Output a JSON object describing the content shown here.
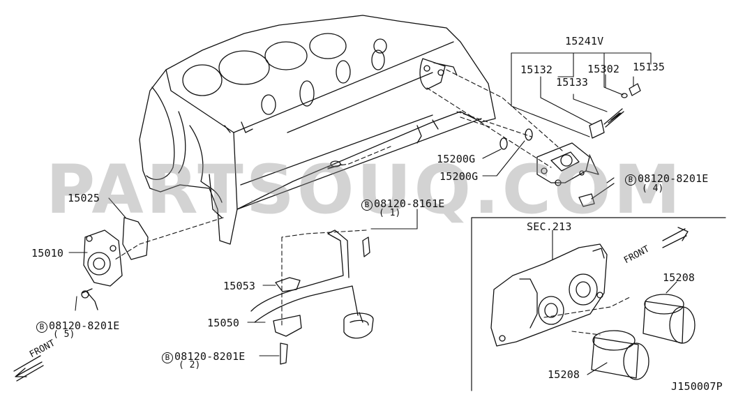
{
  "diagram": {
    "watermark": "PARTSOUQ.COM",
    "section_ref": "SEC.213",
    "figure_code": "J150007P",
    "front_label": "FRONT",
    "callouts": {
      "p15241V": "15241V",
      "p15132": "15132",
      "p15302": "15302",
      "p15135": "15135",
      "p15133": "15133",
      "p15200G_a": "15200G",
      "p15200G_b": "15200G",
      "p15025": "15025",
      "p15010": "15010",
      "p15053": "15053",
      "p15050": "15050",
      "p15208_top": "15208",
      "p15208_bottom": "15208"
    },
    "bolts": {
      "b_upper_right": {
        "symbol": "B",
        "number": "08120-8201E",
        "qty": "( 4)"
      },
      "b_center": {
        "symbol": "B",
        "number": "08120-8161E",
        "qty": "( 1)"
      },
      "b_left": {
        "symbol": "B",
        "number": "08120-8201E",
        "qty": "( 5)"
      },
      "b_bottom": {
        "symbol": "B",
        "number": "08120-8201E",
        "qty": "( 2)"
      }
    }
  }
}
